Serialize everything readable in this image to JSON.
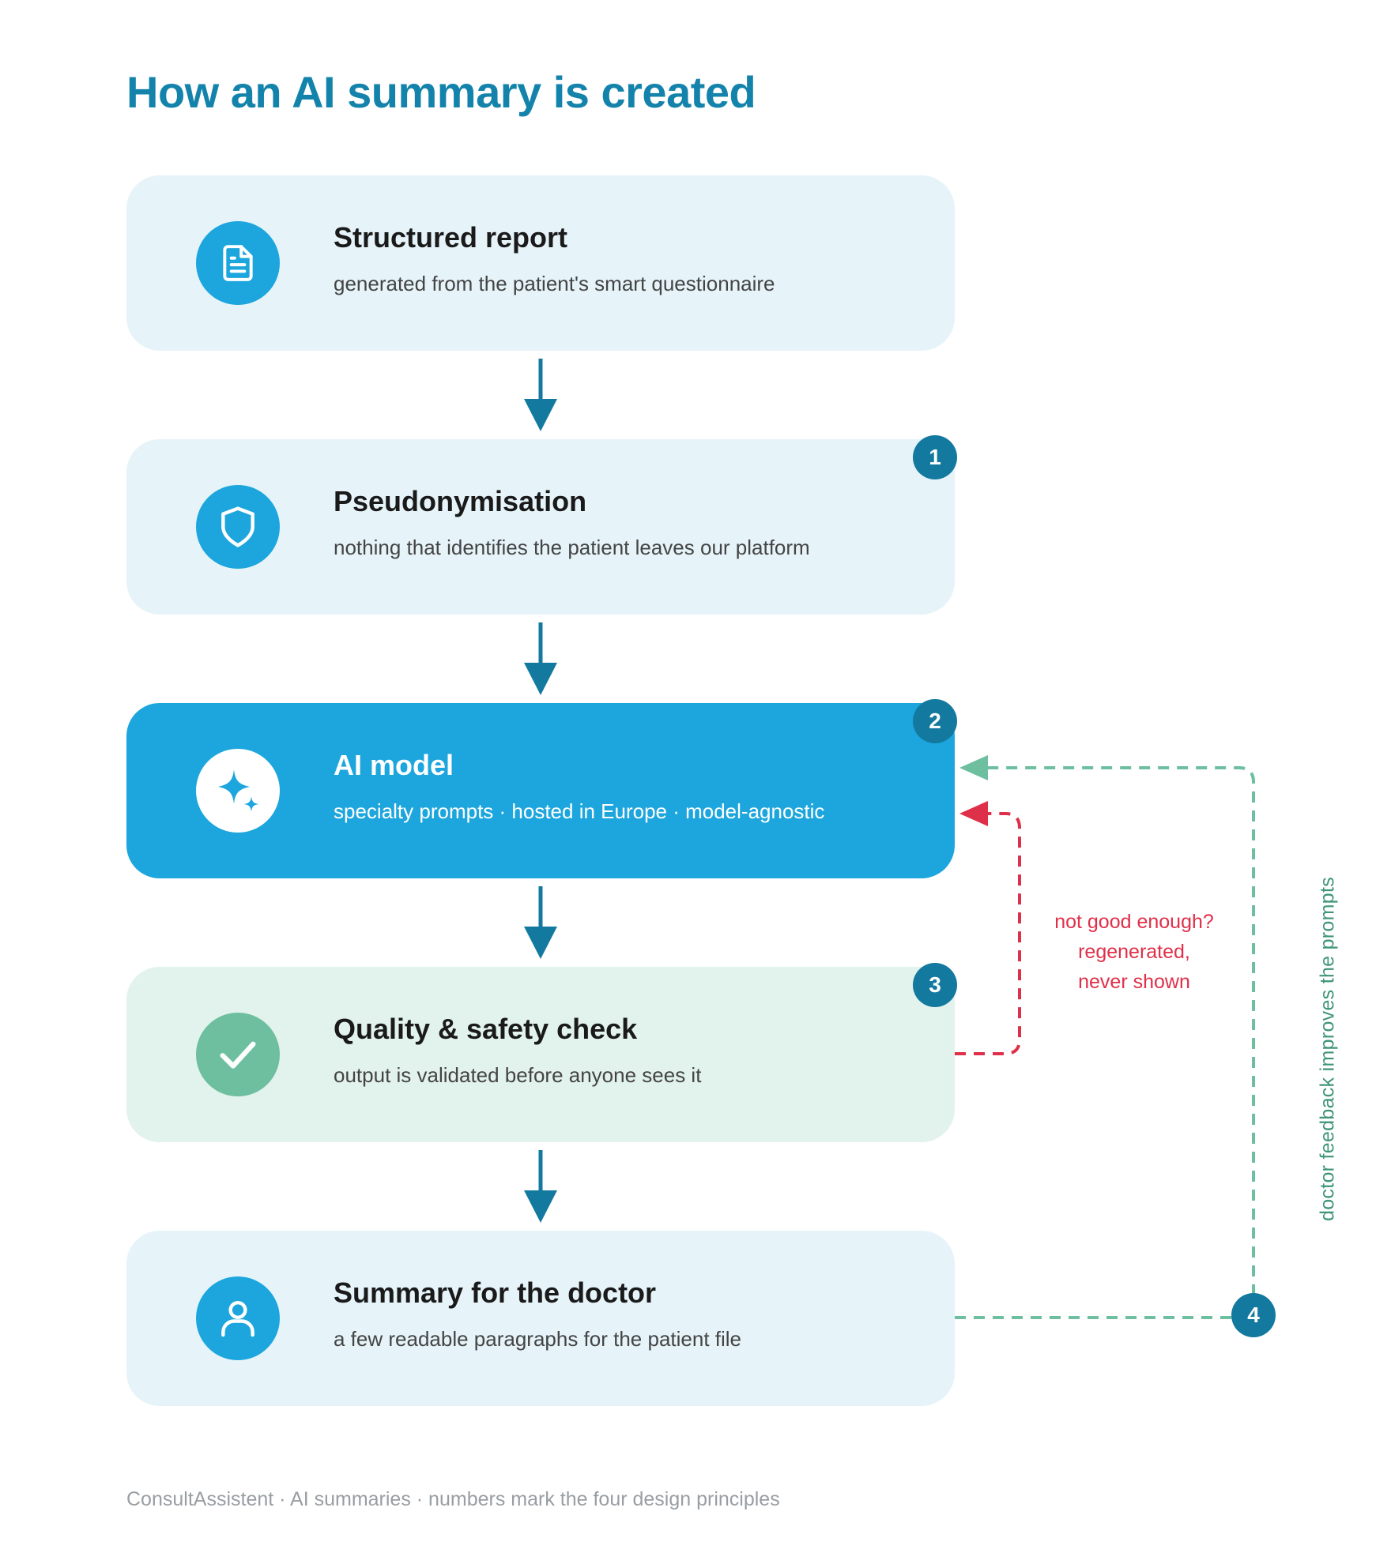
{
  "title": "How an AI summary is created",
  "steps": [
    {
      "title": "Structured report",
      "subtitle": "generated from the patient's smart questionnaire",
      "icon": "document-icon"
    },
    {
      "title": "Pseudonymisation",
      "subtitle": "nothing that identifies the patient leaves our platform",
      "icon": "shield-icon",
      "badge": "1"
    },
    {
      "title": "AI model",
      "subtitle": "specialty prompts · hosted in Europe · model-agnostic",
      "icon": "sparkle-icon",
      "badge": "2"
    },
    {
      "title": "Quality & safety check",
      "subtitle": "output is validated before anyone sees it",
      "icon": "checkmark-icon",
      "badge": "3"
    },
    {
      "title": "Summary for the doctor",
      "subtitle": "a few readable paragraphs for the patient file",
      "icon": "user-icon"
    }
  ],
  "feedback": {
    "badge": "4",
    "label": "doctor feedback improves the prompts",
    "loop_label_lines": [
      "not good enough?",
      "regenerated,",
      "never shown"
    ]
  },
  "footer": "ConsultAssistent · AI summaries · numbers mark the four design principles",
  "colors": {
    "title": "#1483ab",
    "card": "#e6f4fa",
    "accent": "#1ca6dd",
    "check_card": "#e2f2ec",
    "check_icon": "#6dbf9f",
    "badge": "#13799f",
    "arrow": "#13799f",
    "regen_loop": "#df3049",
    "feedback_loop": "#6dbf9f"
  }
}
